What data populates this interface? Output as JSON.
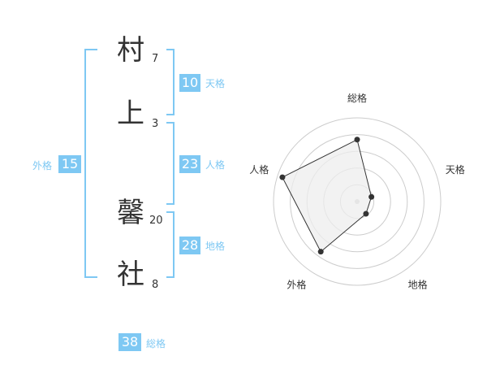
{
  "name": {
    "chars": [
      {
        "char": "村",
        "strokes": "7"
      },
      {
        "char": "上",
        "strokes": "3"
      },
      {
        "char": "馨",
        "strokes": "20"
      },
      {
        "char": "社",
        "strokes": "8"
      }
    ]
  },
  "kakusu": {
    "tenkaku": {
      "value": "10",
      "label": "天格"
    },
    "jinkaku": {
      "value": "23",
      "label": "人格"
    },
    "chikaku": {
      "value": "28",
      "label": "地格"
    },
    "gaikaku": {
      "value": "15",
      "label": "外格"
    },
    "soukaku": {
      "value": "38",
      "label": "総格"
    }
  },
  "colors": {
    "accent": "#7ec8f3",
    "text": "#333333",
    "grid": "#cccccc",
    "fill": "#eeeeee",
    "line": "#333333"
  },
  "chart_data": {
    "type": "radar",
    "categories": [
      "総格",
      "天格",
      "地格",
      "外格",
      "人格"
    ],
    "values": [
      0.74,
      0.18,
      0.18,
      0.74,
      0.94
    ],
    "rings": 5
  }
}
